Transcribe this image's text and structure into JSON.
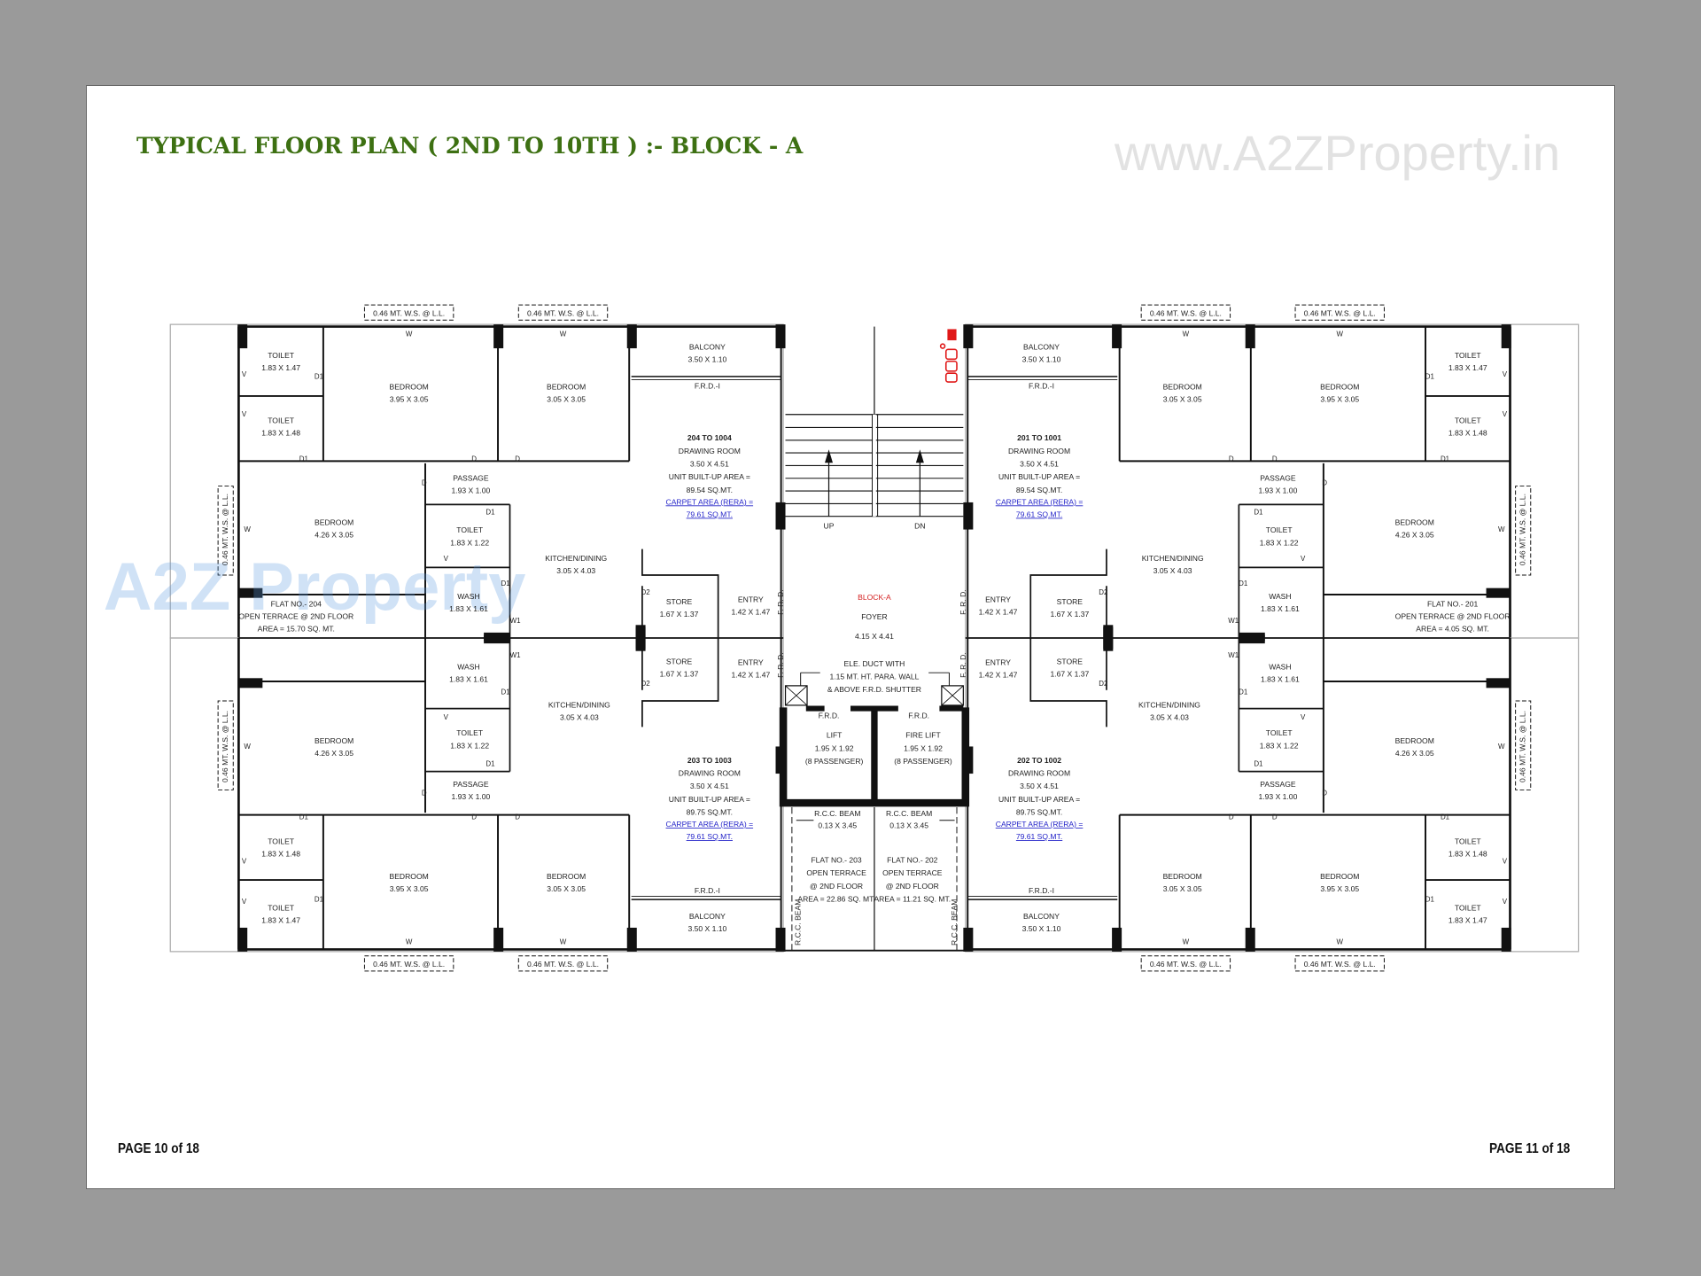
{
  "header": {
    "title": "TYPICAL FLOOR PLAN ( 2ND TO 10TH ) :- BLOCK - A",
    "watermark": "www.A2ZProperty.in"
  },
  "footer": {
    "left_page": "PAGE 10 of 18",
    "right_page": "PAGE 11 of 18"
  },
  "logo_watermark": "A2Z Property",
  "colors": {
    "title": "#3d7012",
    "block_label": "#d42020",
    "carpet_link": "#2222c8",
    "walls": "#111111"
  },
  "ws_label": "0.46 MT. W.S. @ L.L.",
  "door_window_marks": [
    "V",
    "D1",
    "V",
    "D1",
    "D",
    "D",
    "W",
    "W",
    "D",
    "W",
    "D1",
    "V",
    "D1",
    "W1",
    "D2"
  ],
  "labels": {
    "tl_t1": [
      "TOILET",
      "1.83 X 1.47"
    ],
    "tl_t2": [
      "TOILET",
      "1.83 X 1.48"
    ],
    "tl_b1": [
      "BEDROOM",
      "3.95 X 3.05"
    ],
    "tl_b2": [
      "BEDROOM",
      "3.05 X 3.05"
    ],
    "tl_bal": [
      "BALCONY",
      "3.50 X 1.10"
    ],
    "tl_frd": [
      "F.R.D.-I"
    ],
    "tl_dr": [
      "204 TO 1004",
      "DRAWING ROOM",
      "3.50 X 4.51",
      "UNIT BUILT-UP AREA =",
      "89.54 SQ.MT."
    ],
    "tl_carpet": [
      "CARPET AREA (RERA) =",
      "79.61 SQ.MT."
    ],
    "tl_pas": [
      "PASSAGE",
      "1.93 X 1.00"
    ],
    "tl_b3": [
      "BEDROOM",
      "4.26 X 3.05"
    ],
    "tl_t3": [
      "TOILET",
      "1.83 X 1.22"
    ],
    "tl_kit": [
      "KITCHEN/DINING",
      "3.05 X 4.03"
    ],
    "tl_wash": [
      "WASH",
      "1.83 X 1.61"
    ],
    "tl_store": [
      "STORE",
      "1.67 X 1.37"
    ],
    "tl_entry": [
      "ENTRY",
      "1.42 X 1.47"
    ],
    "tl_terr": [
      "FLAT NO.- 204",
      "OPEN TERRACE @ 2ND FLOOR",
      "AREA = 15.70 SQ. MT."
    ],
    "bl_t1": [
      "TOILET",
      "1.83 X 1.47"
    ],
    "bl_t2": [
      "TOILET",
      "1.83 X 1.48"
    ],
    "bl_b1": [
      "BEDROOM",
      "3.95 X 3.05"
    ],
    "bl_b2": [
      "BEDROOM",
      "3.05 X 3.05"
    ],
    "bl_bal": [
      "BALCONY",
      "3.50 X 1.10"
    ],
    "bl_frd": [
      "F.R.D.-I"
    ],
    "bl_dr": [
      "203 TO 1003",
      "DRAWING ROOM",
      "3.50 X 4.51",
      "UNIT BUILT-UP AREA =",
      "89.75 SQ.MT."
    ],
    "bl_carpet": [
      "CARPET AREA (RERA) =",
      "79.61 SQ.MT."
    ],
    "bl_pas": [
      "PASSAGE",
      "1.93 X 1.00"
    ],
    "bl_b3": [
      "BEDROOM",
      "4.26 X 3.05"
    ],
    "bl_t3": [
      "TOILET",
      "1.83 X 1.22"
    ],
    "bl_kit": [
      "KITCHEN/DINING",
      "3.05 X 4.03"
    ],
    "bl_wash": [
      "WASH",
      "1.83 X 1.61"
    ],
    "bl_store": [
      "STORE",
      "1.67 X 1.37"
    ],
    "bl_entry": [
      "ENTRY",
      "1.42 X 1.47"
    ],
    "tr_t1": [
      "TOILET",
      "1.83 X 1.47"
    ],
    "tr_t2": [
      "TOILET",
      "1.83 X 1.48"
    ],
    "tr_b1": [
      "BEDROOM",
      "3.95 X 3.05"
    ],
    "tr_b2": [
      "BEDROOM",
      "3.05 X 3.05"
    ],
    "tr_bal": [
      "BALCONY",
      "3.50 X 1.10"
    ],
    "tr_frd": [
      "F.R.D.-I"
    ],
    "tr_dr": [
      "201 TO 1001",
      "DRAWING ROOM",
      "3.50 X 4.51",
      "UNIT BUILT-UP AREA =",
      "89.54 SQ.MT."
    ],
    "tr_carpet": [
      "CARPET AREA (RERA) =",
      "79.61 SQ.MT."
    ],
    "tr_pas": [
      "PASSAGE",
      "1.93 X 1.00"
    ],
    "tr_b3": [
      "BEDROOM",
      "4.26 X 3.05"
    ],
    "tr_t3": [
      "TOILET",
      "1.83 X 1.22"
    ],
    "tr_kit": [
      "KITCHEN/DINING",
      "3.05 X 4.03"
    ],
    "tr_wash": [
      "WASH",
      "1.83 X 1.61"
    ],
    "tr_store": [
      "STORE",
      "1.67 X 1.37"
    ],
    "tr_entry": [
      "ENTRY",
      "1.42 X 1.47"
    ],
    "tr_terr": [
      "FLAT NO.- 201",
      "OPEN TERRACE @ 2ND FLOOR",
      "AREA = 4.05 SQ. MT."
    ],
    "br_t1": [
      "TOILET",
      "1.83 X 1.47"
    ],
    "br_t2": [
      "TOILET",
      "1.83 X 1.48"
    ],
    "br_b1": [
      "BEDROOM",
      "3.95 X 3.05"
    ],
    "br_b2": [
      "BEDROOM",
      "3.05 X 3.05"
    ],
    "br_bal": [
      "BALCONY",
      "3.50 X 1.10"
    ],
    "br_frd": [
      "F.R.D.-I"
    ],
    "br_dr": [
      "202 TO 1002",
      "DRAWING ROOM",
      "3.50 X 4.51",
      "UNIT BUILT-UP AREA =",
      "89.75 SQ.MT."
    ],
    "br_carpet": [
      "CARPET AREA (RERA) =",
      "79.61 SQ.MT."
    ],
    "br_pas": [
      "PASSAGE",
      "1.93 X 1.00"
    ],
    "br_b3": [
      "BEDROOM",
      "4.26 X 3.05"
    ],
    "br_t3": [
      "TOILET",
      "1.83 X 1.22"
    ],
    "br_kit": [
      "KITCHEN/DINING",
      "3.05 X 4.03"
    ],
    "br_wash": [
      "WASH",
      "1.83 X 1.61"
    ],
    "br_store": [
      "STORE",
      "1.67 X 1.37"
    ],
    "br_entry": [
      "ENTRY",
      "1.42 X 1.47"
    ]
  },
  "center": {
    "up": "UP",
    "dn": "DN",
    "block": "BLOCK-A",
    "foyer": "FOYER",
    "foyer_size": "4.15 X 4.41",
    "duct": [
      "ELE. DUCT WITH",
      "1.15 MT. HT. PARA. WALL",
      "& ABOVE F.R.D. SHUTTER"
    ],
    "frd": "F.R.D.",
    "frd_vertical": "F. R. D.",
    "lift": [
      "LIFT",
      "1.95 X 1.92",
      "(8 PASSENGER)"
    ],
    "fire_lift": [
      "FIRE LIFT",
      "1.95 X 1.92",
      "(8 PASSENGER)"
    ],
    "beam": [
      "R.C.C. BEAM",
      "0.13 X 3.45"
    ],
    "beam_vertical": "R.C.C. BEAM",
    "terr_203": [
      "FLAT NO.- 203",
      "OPEN TERRACE",
      "@ 2ND FLOOR",
      "AREA = 22.86 SQ. MT."
    ],
    "terr_202": [
      "FLAT NO.- 202",
      "OPEN TERRACE",
      "@ 2ND FLOOR",
      "AREA = 11.21 SQ. MT."
    ]
  }
}
